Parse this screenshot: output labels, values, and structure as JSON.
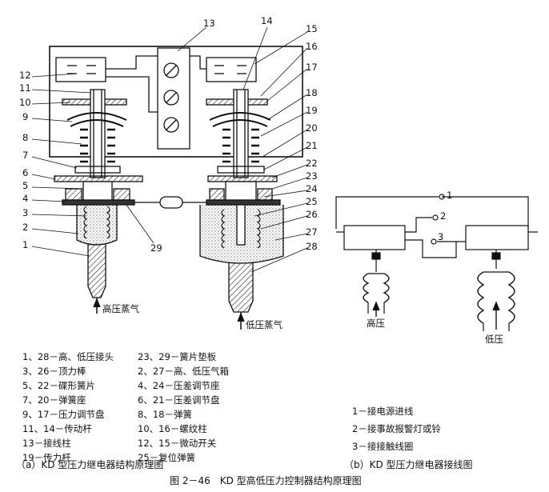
{
  "callouts": [
    "1",
    "2",
    "3",
    "4",
    "5",
    "6",
    "7",
    "8",
    "9",
    "10",
    "11",
    "12",
    "13",
    "14",
    "15",
    "16",
    "17",
    "18",
    "19",
    "20",
    "21",
    "22",
    "23",
    "24",
    "25",
    "26",
    "27",
    "28",
    "29"
  ],
  "labels": {
    "high_pressure_steam": "高压蒸气",
    "low_pressure_steam": "低压蒸气",
    "high_pressure": "高压",
    "low_pressure": "低压",
    "wiring_terminals": [
      "1",
      "2",
      "3"
    ]
  },
  "legend_a": [
    "1、28－高、低压接头",
    "3、26－顶力棒",
    "5、22－碟形簧片",
    "7、20－弹簧座",
    "9、17－压力调节盘",
    "11、14－传动杆",
    "13－接线柱",
    "19－传力杆"
  ],
  "legend_a2": [
    "23、29－簧片垫板",
    "2、27－高、低压气箱",
    "4、24－压差调节座",
    "6、21－压差调节盘",
    "8、18－弹簧",
    "10、16－螺纹柱",
    "12、15－微动开关",
    "25－复位弹簧"
  ],
  "legend_b": [
    "1－接电源进线",
    "2－接事故报警灯或铃",
    "3－接接触线圈"
  ],
  "caption_a": "（a）KD 型压力继电器结构原理图",
  "caption_b": "（b）KD 型压力继电器接线图",
  "figure_title": "图 2－46　KD 型高低压力控制器结构原理图"
}
